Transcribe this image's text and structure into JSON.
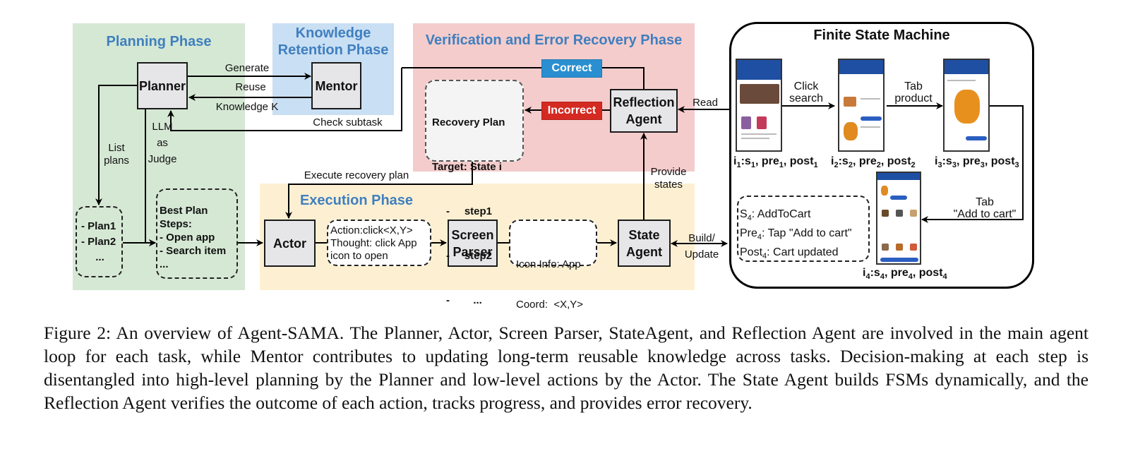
{
  "phases": {
    "planning": "Planning Phase",
    "knowledge": "Knowledge\nRetention Phase",
    "verification": "Verification and Error Recovery Phase",
    "execution": "Execution Phase"
  },
  "colors": {
    "planning_bg": "#d5e8d4",
    "knowledge_bg": "#c9dff3",
    "verification_bg": "#f4cccc",
    "execution_bg": "#fdf0d2",
    "phase_title": "#3f7fbf",
    "correct_badge": "#2a8fd0",
    "incorrect_badge": "#d42a22",
    "node_fill": "#e6e6e8"
  },
  "nodes": {
    "planner": "Planner",
    "mentor": "Mentor",
    "reflection_agent": "Reflection\nAgent",
    "actor": "Actor",
    "screen_parser": "Screen\nParser",
    "state_agent": "State\nAgent"
  },
  "edges": {
    "generate": "Generate",
    "reuse": "Reuse",
    "knowledge_k": "Knowledge K",
    "check_subtask": "Check subtask",
    "list_plans": "List\nplans",
    "llm_as_judge": "LLM\nas\nJudge",
    "execute_recovery_plan": "Execute recovery plan",
    "provide_states": "Provide\nstates",
    "read": "Read",
    "build_update": "Build/\nUpdate",
    "correct": "Correct",
    "incorrect": "Incorrect"
  },
  "boxes": {
    "plans": [
      "- Plan1",
      "- Plan2",
      "..."
    ],
    "best_plan": [
      "Best Plan",
      "Steps:",
      "- Open app",
      "- Search item",
      "..."
    ],
    "recovery_plan": [
      "Recovery Plan",
      "Target: State i",
      "-     step1",
      "-     step2",
      "-        ..."
    ],
    "action": [
      "Action:click<X,Y>",
      "Thought: click App",
      "icon to open"
    ],
    "icon_info": [
      "Icon Info: App",
      "Coord:  <X,Y>"
    ]
  },
  "fsm": {
    "title": "Finite State Machine",
    "transitions": {
      "t1": "Click\nsearch",
      "t2": "Tab\nproduct",
      "t3": "Tab\n\"Add to cart\""
    },
    "states": [
      {
        "i": "1",
        "label": "i1:s1, pre1, post1"
      },
      {
        "i": "2",
        "label": "i2:s2, pre2, post2"
      },
      {
        "i": "3",
        "label": "i3:s3, pre3, post3"
      },
      {
        "i": "4",
        "label": "i4:s4, pre4, post4"
      }
    ],
    "state_detail": {
      "s": "S",
      "s_name": ": AddToCart",
      "pre": "Pre",
      "pre_value": ": Tap \"Add to cart\"",
      "post": "Post",
      "post_value": ": Cart updated",
      "sub": "4"
    }
  },
  "caption": "Figure 2: An overview of Agent-SAMA. The Planner, Actor, Screen Parser, StateAgent, and Reflection Agent are involved in the main agent loop for each task, while Mentor contributes to updating long-term reusable knowledge across tasks. Decision-making at each step is disentangled into high-level planning by the Planner and low-level actions by the Actor. The State Agent builds FSMs dynamically, and the Reflection Agent verifies the outcome of each action, tracks progress, and provides error recovery."
}
